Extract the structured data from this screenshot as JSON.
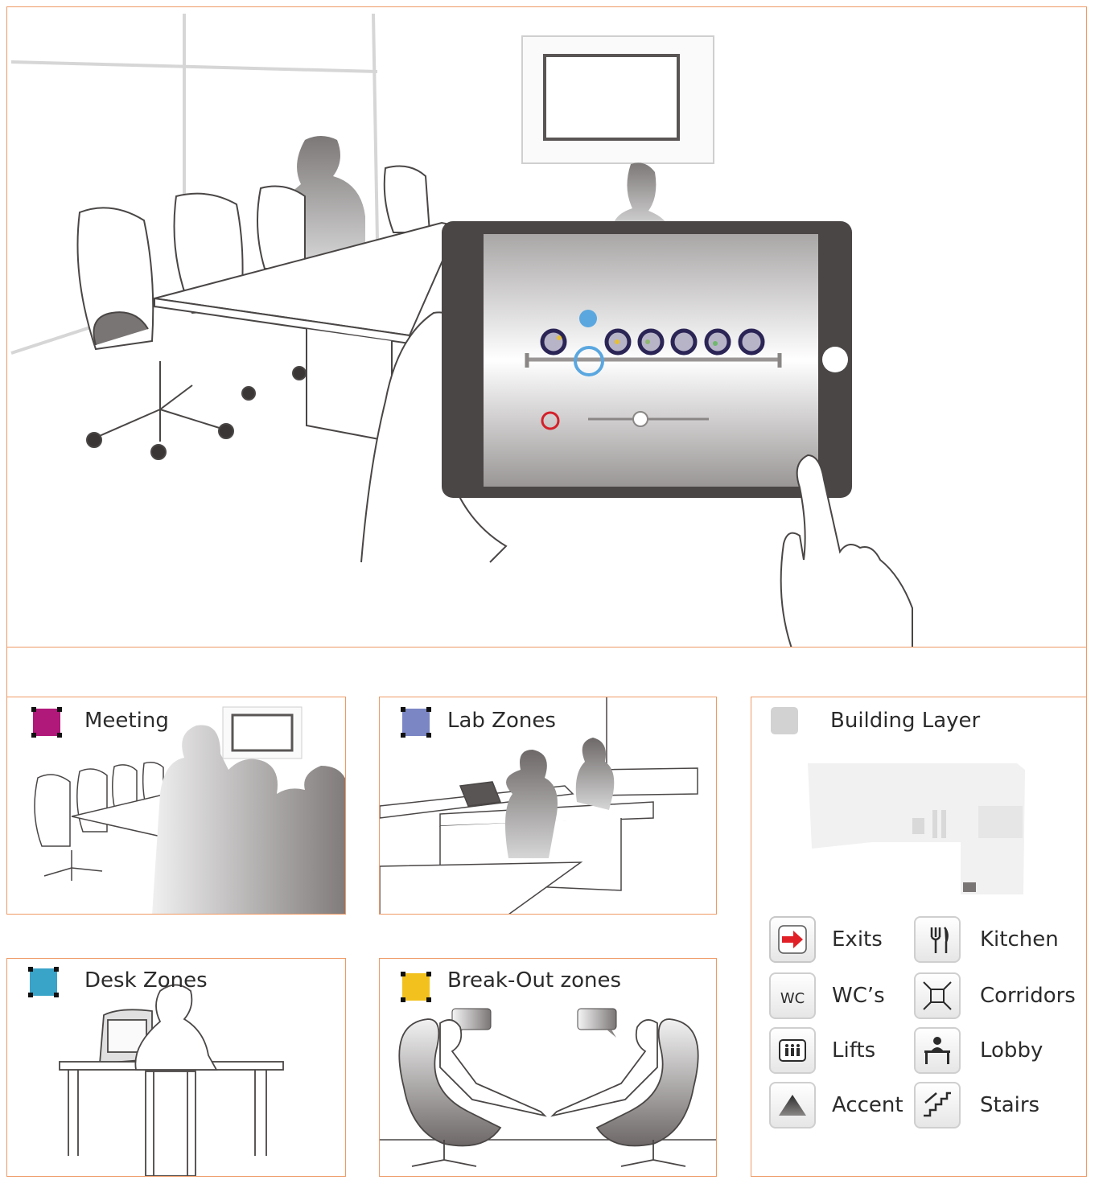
{
  "zones": [
    {
      "label": "Meeting",
      "color": "#b0187a"
    },
    {
      "label": "Lab Zones",
      "color": "#7b86c4"
    },
    {
      "label": "Desk Zones",
      "color": "#3aa3c8"
    },
    {
      "label": "Break-Out zones",
      "color": "#f2c11d"
    }
  ],
  "building_layer": {
    "label": "Building Layer",
    "color": "#d2d2d2"
  },
  "legend": [
    {
      "label": "Exits",
      "icon": "exit-arrow-icon"
    },
    {
      "label": "Kitchen",
      "icon": "fork-knife-icon"
    },
    {
      "label": "WC’s",
      "icon": "wc-icon",
      "icon_text": "WC"
    },
    {
      "label": "Corridors",
      "icon": "corridor-icon"
    },
    {
      "label": "Lifts",
      "icon": "lift-icon"
    },
    {
      "label": "Lobby",
      "icon": "lobby-desk-icon"
    },
    {
      "label": "Accent",
      "icon": "accent-triangle-icon"
    },
    {
      "label": "Stairs",
      "icon": "stairs-icon"
    }
  ],
  "colors": {
    "border": "#ef9a66",
    "tablet_frame": "#4a4646",
    "accent_blue": "#5aa7e0",
    "accent_red": "#d4202a",
    "exit_red": "#e01f26",
    "dot_navy": "#2b2556"
  }
}
